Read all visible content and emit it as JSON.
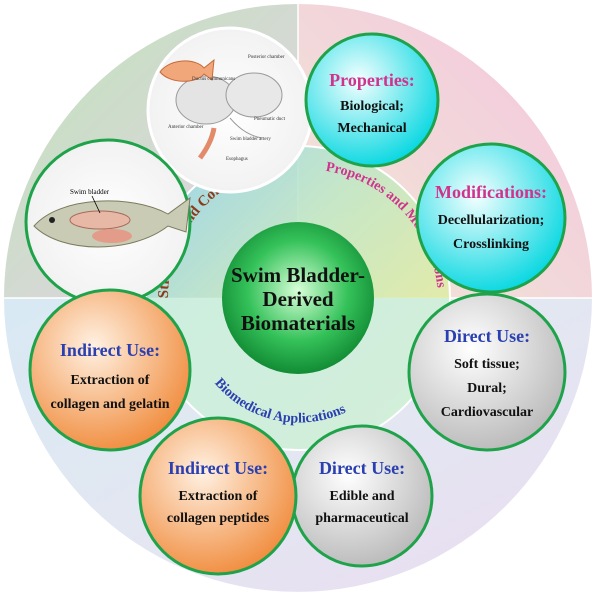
{
  "center": {
    "line1": "Swim Bladder-",
    "line2": "Derived",
    "line3": "Biomaterials"
  },
  "ring_labels": {
    "structures": "Structures and Compositions",
    "properties": "Properties and Modifications",
    "applications": "Biomedical Applications"
  },
  "circles": {
    "properties": {
      "title": "Properties:",
      "line1": "Biological;",
      "line2": "Mechanical"
    },
    "modifications": {
      "title": "Modifications:",
      "line1": "Decellularization;",
      "line2": "Crosslinking"
    },
    "direct_soft": {
      "title": "Direct Use:",
      "line1": "Soft tissue;",
      "line2": "Dural;",
      "line3": "Cardiovascular"
    },
    "direct_edible": {
      "title": "Direct Use:",
      "line1": "Edible and",
      "line2": "pharmaceutical"
    },
    "indirect_peptides": {
      "title": "Indirect Use:",
      "line1": "Extraction of",
      "line2": "collagen peptides"
    },
    "indirect_gelatin": {
      "title": "Indirect Use:",
      "line1": "Extraction of",
      "line2": "collagen and gelatin"
    }
  },
  "anatomy_labels": {
    "posterior_chamber": "Posterior chamber",
    "ductus": "Ductus communicans",
    "pneumatic_duct": "Pneumatic duct",
    "anterior_chamber": "Anterior chamber",
    "swim_bladder_artery": "Swim bladder artery",
    "esophagus": "Esophagus",
    "swim_bladder": "Swim bladder"
  },
  "colors": {
    "structures_quadrant": "#cfe9c9",
    "properties_quadrant": "#f5c9dd",
    "applications_quadrant": "#d6e6f5",
    "center_green": "#0f9a3a",
    "title_magenta": "#d0338e",
    "title_blue": "#2a3fb0",
    "ring_label_brown": "#8b3a1a"
  }
}
